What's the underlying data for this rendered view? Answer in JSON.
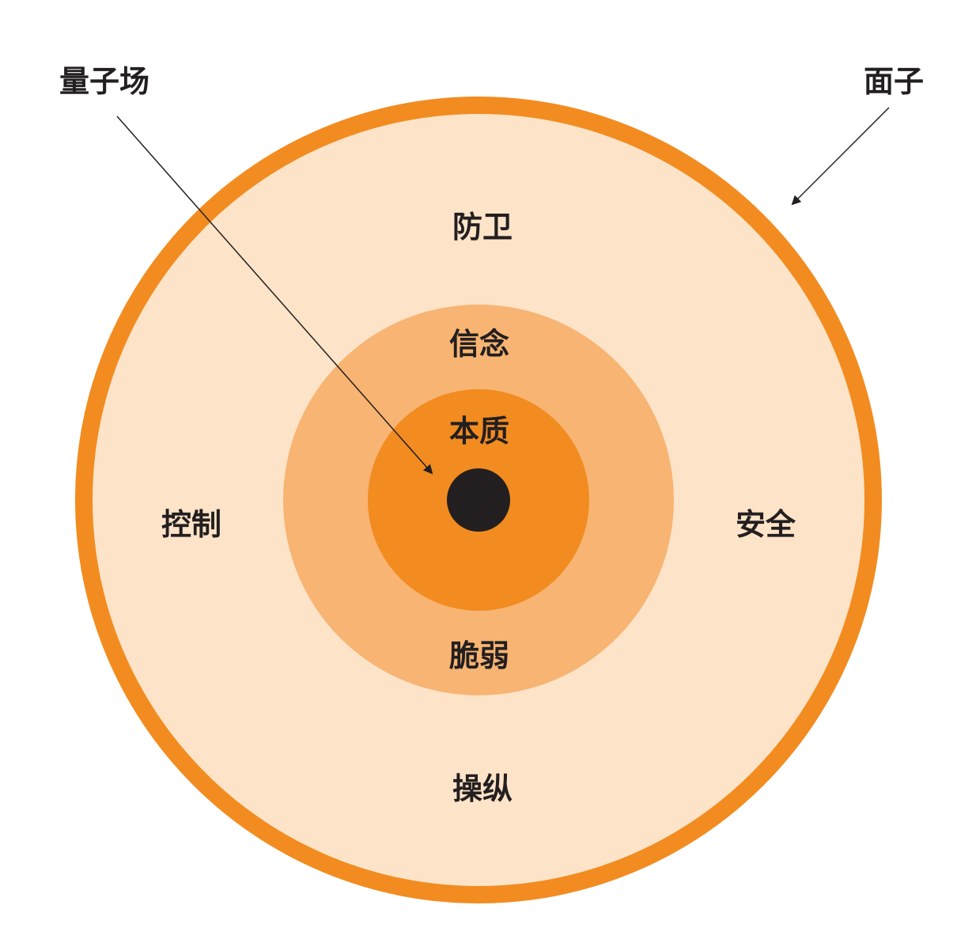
{
  "colors": {
    "outer_ring": "#f28c20",
    "outer_fill": "#fde3c8",
    "middle_ring": "#f8b472",
    "inner_core": "#f28c20",
    "center_dot": "#231f20",
    "text": "#231f20",
    "arrow": "#231f20"
  },
  "callouts": {
    "quantum_field": "量子场",
    "face": "面子"
  },
  "rings": {
    "outer": {
      "top": "防卫",
      "left": "控制",
      "right": "安全",
      "bottom": "操纵"
    },
    "middle": {
      "top": "信念",
      "bottom": "脆弱"
    },
    "inner": {
      "top": "本质"
    }
  }
}
